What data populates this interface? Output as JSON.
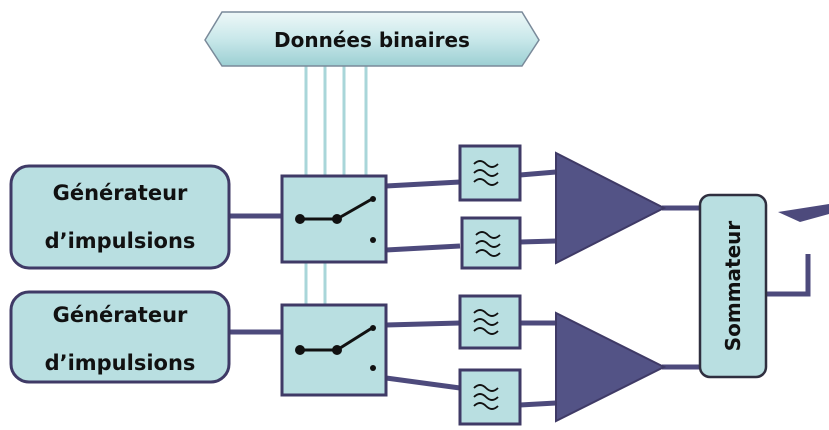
{
  "bus": {
    "label": "Données binaires"
  },
  "generators": [
    {
      "line1": "Générateur",
      "line2": "d’impulsions"
    },
    {
      "line1": "Générateur",
      "line2": "d’impulsions"
    }
  ],
  "summer": {
    "label": "Sommateur"
  },
  "colors": {
    "block_fill": "#b9dfe1",
    "block_stroke": "#3f3a66",
    "wire": "#4d4a7c",
    "amplifier": "#535386",
    "bus_line": "#9fcfd3"
  },
  "icons": {
    "switch": "switch-icon",
    "filter": "filter-wave-icon",
    "amplifier": "amplifier-triangle-icon",
    "output": "output-terminal-icon"
  }
}
